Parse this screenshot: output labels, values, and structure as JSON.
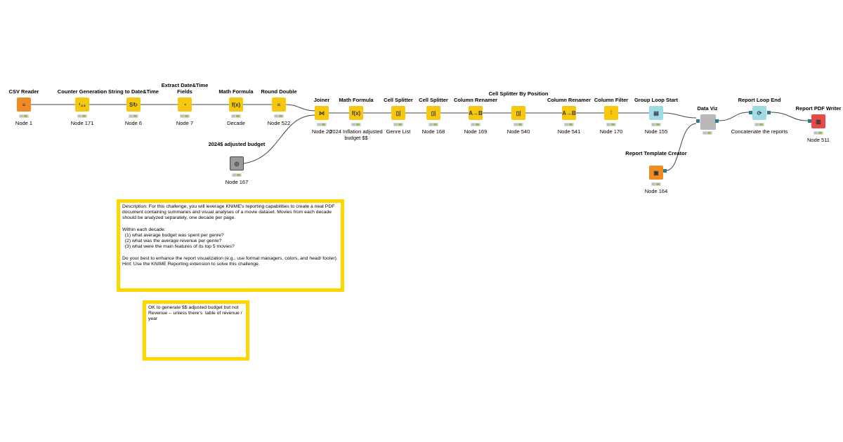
{
  "nodes": [
    {
      "id": "csv-reader",
      "title": "CSV Reader",
      "label": "Node 1",
      "color": "orange",
      "glyph": "≡"
    },
    {
      "id": "counter-generation",
      "title": "Counter Generation",
      "label": "Node 171",
      "color": "yellow",
      "glyph": "¹₂₃"
    },
    {
      "id": "string-to-datetime",
      "title": "String to Date&Time",
      "label": "Node 6",
      "color": "yellow",
      "glyph": "S↻"
    },
    {
      "id": "extract-datetime-fields",
      "title": "Extract Date&Time Fields",
      "label": "Node 7",
      "color": "yellow",
      "glyph": "◔"
    },
    {
      "id": "math-formula-decade",
      "title": "Math Formula",
      "label": "Decade",
      "color": "yellow",
      "glyph": "f(x)"
    },
    {
      "id": "round-double",
      "title": "Round Double",
      "label": "Node 522",
      "color": "yellow",
      "glyph": "≈"
    },
    {
      "id": "budget-2024",
      "title": "2024$ adjusted budget",
      "label": "Node 167",
      "color": "darkgray",
      "glyph": "◎"
    },
    {
      "id": "joiner",
      "title": "Joiner",
      "label": "Node 20",
      "color": "yellow",
      "glyph": "⋈"
    },
    {
      "id": "math-formula-inflation",
      "title": "Math Formula",
      "label": "2024 Inflation adjusted budget $$",
      "color": "yellow",
      "glyph": "f(x)"
    },
    {
      "id": "cell-splitter-1",
      "title": "Cell Splitter",
      "label": "Genre List",
      "color": "yellow",
      "glyph": "▯|"
    },
    {
      "id": "cell-splitter-2",
      "title": "Cell Splitter",
      "label": "Node 168",
      "color": "yellow",
      "glyph": "▯|"
    },
    {
      "id": "column-renamer-1",
      "title": "Column Renamer",
      "label": "Node 169",
      "color": "yellow",
      "glyph": "A→B"
    },
    {
      "id": "cell-splitter-position",
      "title": "Cell Splitter By Position",
      "label": "Node 540",
      "color": "yellow",
      "glyph": "▯|"
    },
    {
      "id": "column-renamer-2",
      "title": "Column Renamer",
      "label": "Node 541",
      "color": "yellow",
      "glyph": "A→B"
    },
    {
      "id": "column-filter",
      "title": "Column Filter",
      "label": "Node 170",
      "color": "yellow",
      "glyph": "⫶"
    },
    {
      "id": "group-loop-start",
      "title": "Group Loop Start",
      "label": "Node 155",
      "color": "cyan",
      "glyph": "▤"
    },
    {
      "id": "report-template-creator",
      "title": "Report Template Creator",
      "label": "Node 164",
      "color": "orange",
      "glyph": "▣"
    },
    {
      "id": "data-viz",
      "title": "Data Viz",
      "label": "",
      "color": "gray",
      "glyph": ""
    },
    {
      "id": "report-loop-end",
      "title": "Report Loop End",
      "label": "Concatenate the reports",
      "color": "cyan",
      "glyph": "⟳"
    },
    {
      "id": "report-pdf-writer",
      "title": "Report PDF Writer",
      "label": "Node 511",
      "color": "red",
      "glyph": "▥"
    }
  ],
  "annotations": [
    {
      "id": "description",
      "text": "Description: For this challenge, you will leverage KNIME's reporting capabilities to create a neat PDF document containing summaries and visual analyses of a movie dataset. Movies from each decade should be analyzed separately, one decade per page.\n\nWithin each decade:\n  (1) what average budget was spent per genre?\n  (2) what was the average revenue per genre?\n  (3) what were the main features of its top 5 movies?\n\nDo your best to enhance the report visualization (e.g., use format managers, colors, and head/ footer). Hint: Use the KNIME Reporting extension to solve this challenge."
    },
    {
      "id": "note",
      "text": "OK to generate $$ adjusted budget but not Revenue -- unless there's  table of revenue / year"
    }
  ]
}
